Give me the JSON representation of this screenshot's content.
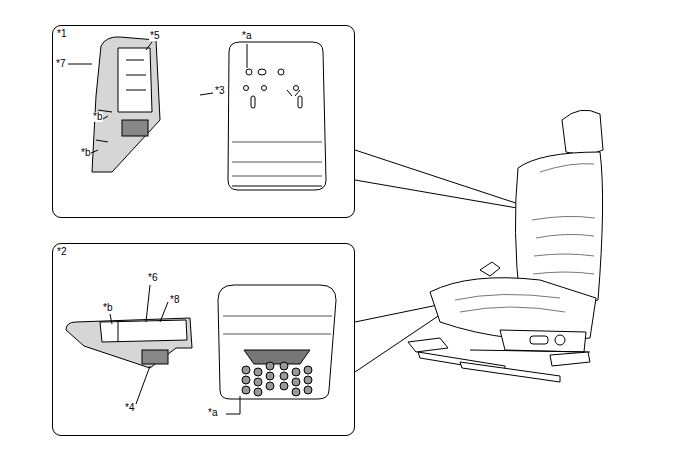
{
  "diagram": {
    "nodes": [
      {
        "text": [
          "*1"
        ]
      },
      {
        "text": [
          "*2"
        ]
      }
    ],
    "labels": [
      "*5",
      "*a",
      "*7",
      "*3",
      "*b",
      "*b",
      "*6",
      "*8",
      "*b",
      "*4",
      "*a"
    ]
  }
}
